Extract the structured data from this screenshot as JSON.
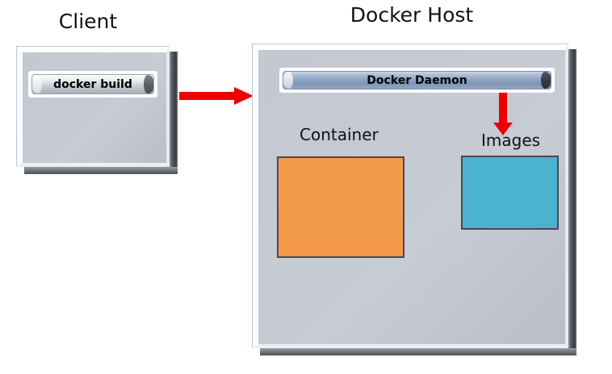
{
  "diagram": {
    "title_client": "Client",
    "title_host": "Docker Host",
    "client": {
      "command_button_label": "docker build"
    },
    "host": {
      "daemon_label": "Docker Daemon",
      "container_label": "Container",
      "images_label": "Images"
    },
    "arrows": [
      {
        "name": "client-to-host",
        "label": "",
        "direction": "right",
        "color": "#ee0000"
      },
      {
        "name": "daemon-to-images",
        "label": "",
        "direction": "down",
        "color": "#ee0000"
      }
    ],
    "colors": {
      "panel_fill": "#c4c9d2",
      "panel_bevel": "#ffffff",
      "panel_shadow": "#3a3d42",
      "container_fill": "#f2994a",
      "images_fill": "#4cb3ce",
      "box_border": "#4a4a4a",
      "daemon_bar": "#8da3c1",
      "command_bar": "#cfd3da",
      "arrow_red": "#ee0000",
      "background": "#ffffff",
      "text": "#111111"
    }
  }
}
